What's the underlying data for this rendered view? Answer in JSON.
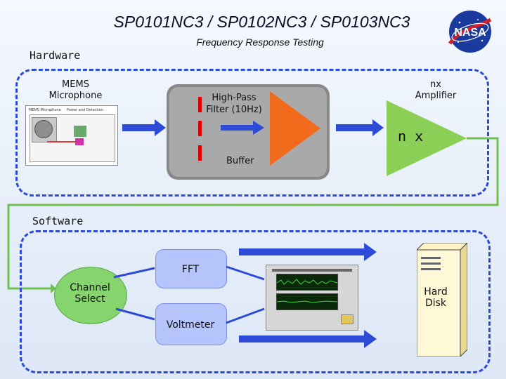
{
  "header": {
    "title": "SP0101NC3 / SP0102NC3 / SP0103NC3",
    "subtitle": "Frequency Response Testing",
    "logo_text": "NASA"
  },
  "hardware": {
    "section_label": "Hardware",
    "mems_label": "MEMS\nMicrophone",
    "mems_schematic_text": [
      "MEMS Microphone",
      "Power and Detection"
    ],
    "high_pass_label": "High-Pass\nFilter (10Hz)",
    "buffer_label": "Buffer",
    "amplifier_label": "nx\nAmplifier",
    "amplifier_symbol": "n x"
  },
  "software": {
    "section_label": "Software",
    "channel_label": "Channel\nSelect",
    "fft_label": "FFT",
    "voltmeter_label": "Voltmeter",
    "disk_label": "Hard\nDisk"
  },
  "colors": {
    "panel_border": "#2d4bd7",
    "arrow_blue": "#2d4bd7",
    "connector_green": "#6fc04f",
    "buffer_triangle": "#f26a1b",
    "amplifier_triangle": "#8ccf57",
    "software_boxes": "#b5c4fb",
    "channel_ellipse": "#86d46d",
    "red_marks": "#e00000"
  }
}
